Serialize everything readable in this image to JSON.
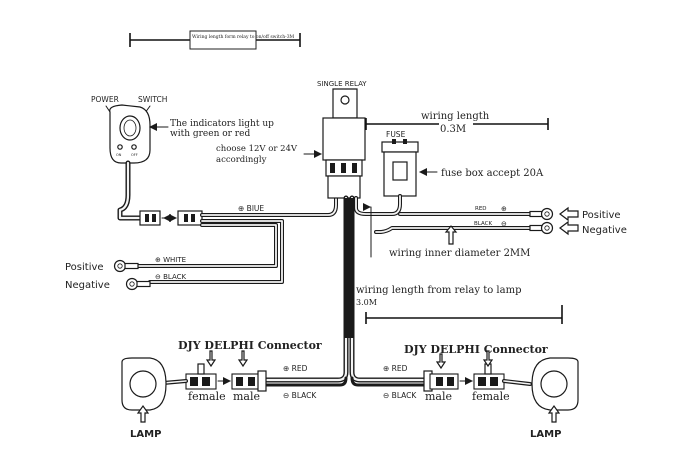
{
  "header_note": "Wiring length form relay to on/off switch-3M",
  "switch": {
    "power_label": "POWER",
    "switch_label": "SWITCH",
    "indicator_note_line1": "The indicators light up",
    "indicator_note_line2": "with green or red",
    "on_label": "ON",
    "off_label": "OFF"
  },
  "relay": {
    "label": "SINGLE RELAY",
    "voltage_note_line1": "choose  12V or 24V",
    "voltage_note_line2": "accordingly"
  },
  "fuse": {
    "label": "FUSE",
    "note": "fuse box accept 20A"
  },
  "wiring_length": {
    "label": "wiring length",
    "value": "0.3M"
  },
  "battery_side": {
    "red_label": "RED",
    "black_label": "BLACK",
    "positive": "Positive",
    "negative": "Negative",
    "plus": "⊕",
    "minus": "⊖"
  },
  "inner_diameter_note": "wiring inner diameter 2MM",
  "relay_to_lamp": {
    "label": "wiring length from relay to lamp",
    "value": "3.0M"
  },
  "switch_wires": {
    "blue": "⊕ BlUE",
    "white": "⊕ WHITE",
    "black": "⊖ BLACK",
    "positive": "Positive",
    "negative": "Negative"
  },
  "connectors": {
    "left_title": "DJY DELPHI Connector",
    "right_title": "DJY DELPHI Connector",
    "female": "female",
    "male": "male"
  },
  "lamp_wires": {
    "left_red": "⊕ RED",
    "left_black": "⊖ BLACK",
    "right_red": "⊕ RED",
    "right_black": "⊖ BLACK"
  },
  "lamps": {
    "left": "LAMP",
    "right": "LAMP"
  }
}
